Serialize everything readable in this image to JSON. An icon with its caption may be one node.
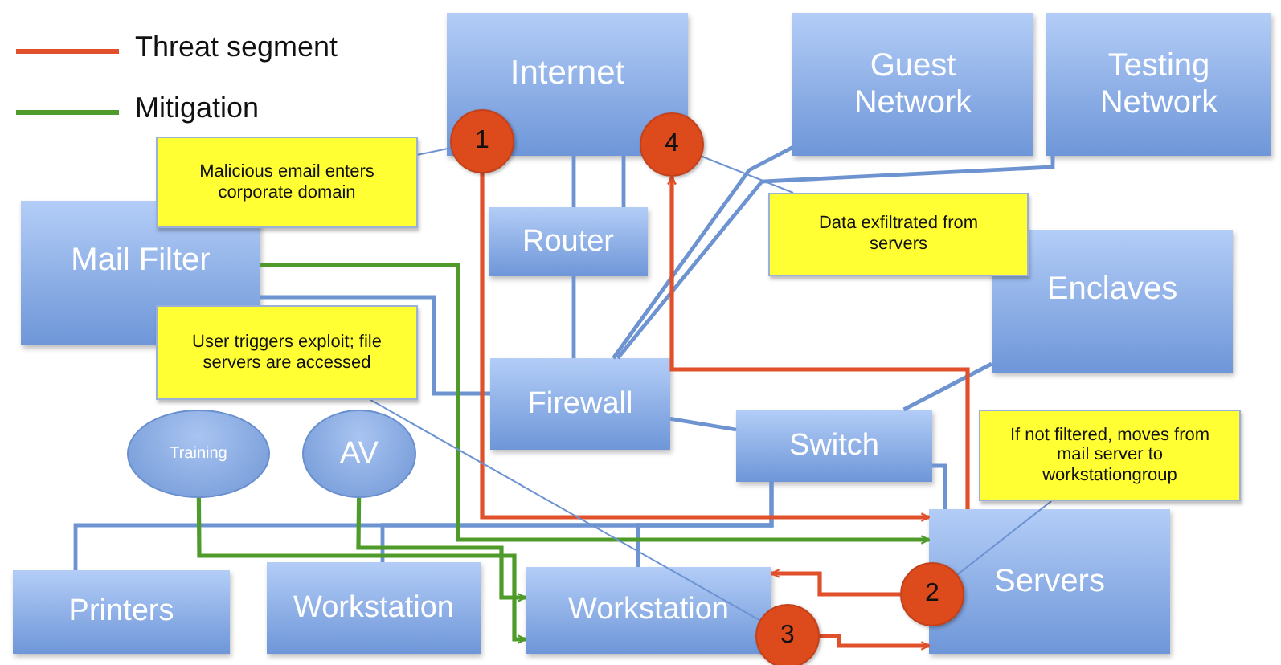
{
  "diagram": {
    "nodes": [
      {
        "text": [
          "Internet"
        ]
      },
      {
        "text": [
          "Guest Network"
        ]
      },
      {
        "text": [
          "Testing Network"
        ]
      },
      {
        "text": [
          "Router"
        ]
      },
      {
        "text": [
          "Mail Filter"
        ]
      },
      {
        "text": [
          "Enclaves"
        ]
      },
      {
        "text": [
          "Firewall"
        ]
      },
      {
        "text": [
          "Switch"
        ]
      },
      {
        "text": [
          "Training"
        ]
      },
      {
        "text": [
          "AV"
        ]
      },
      {
        "text": [
          "Printers"
        ]
      },
      {
        "text": [
          "Workstation"
        ]
      },
      {
        "text": [
          "Workstation"
        ]
      },
      {
        "text": [
          "Servers"
        ]
      },
      {
        "text": [
          "1"
        ]
      },
      {
        "text": [
          "4"
        ]
      },
      {
        "text": [
          "2"
        ]
      },
      {
        "text": [
          "3"
        ]
      },
      {
        "text": [
          "Malicious email enters corporate domain"
        ]
      },
      {
        "text": [
          "Data exfiltrated from servers"
        ]
      },
      {
        "text": [
          "User triggers exploit; file servers are accessed"
        ]
      },
      {
        "text": [
          "If not filtered, moves from mail server to workstationgroup"
        ]
      }
    ],
    "edges": [
      {
        "from": 0,
        "to": 3,
        "arrow": "none"
      },
      {
        "from": 0,
        "to": 3,
        "arrow": "none"
      },
      {
        "from": 3,
        "to": 6,
        "arrow": "none"
      },
      {
        "from": 1,
        "to": 6,
        "arrow": "none"
      },
      {
        "from": 2,
        "to": 6,
        "arrow": "none"
      },
      {
        "from": 4,
        "to": 6,
        "arrow": "none"
      },
      {
        "from": 6,
        "to": 7,
        "arrow": "none"
      },
      {
        "from": 7,
        "to": 5,
        "arrow": "none"
      },
      {
        "from": 7,
        "to": 13,
        "arrow": "none"
      },
      {
        "from": 7,
        "to": 10,
        "arrow": "none"
      },
      {
        "from": 7,
        "to": 11,
        "arrow": "none"
      },
      {
        "from": 7,
        "to": 12,
        "arrow": "none"
      },
      {
        "from": 14,
        "to": 13,
        "arrow": "to",
        "color": "#e0502a"
      },
      {
        "from": 13,
        "to": 15,
        "arrow": "to",
        "color": "#e0502a"
      },
      {
        "from": 16,
        "to": 12,
        "arrow": "to",
        "color": "#e0502a"
      },
      {
        "from": 17,
        "to": 13,
        "arrow": "to",
        "color": "#e0502a"
      },
      {
        "from": 4,
        "to": 13,
        "arrow": "to",
        "color": "#4e9a2a"
      },
      {
        "from": 9,
        "to": 12,
        "arrow": "to",
        "color": "#4e9a2a"
      },
      {
        "from": 8,
        "to": 12,
        "arrow": "to",
        "color": "#4e9a2a"
      },
      {
        "from": 18,
        "to": 14,
        "arrow": "none"
      },
      {
        "from": 19,
        "to": 15,
        "arrow": "none"
      },
      {
        "from": 20,
        "to": 17,
        "arrow": "none"
      },
      {
        "from": 21,
        "to": 16,
        "arrow": "none"
      }
    ],
    "legend": [
      {
        "text": "Threat segment"
      },
      {
        "text": "Mitigation"
      }
    ]
  }
}
